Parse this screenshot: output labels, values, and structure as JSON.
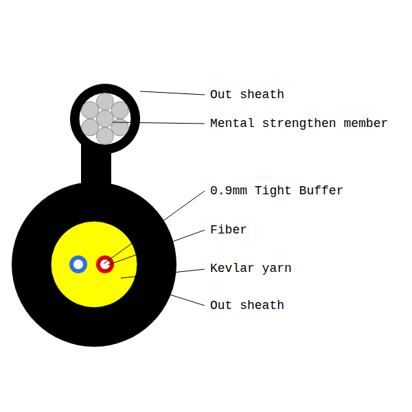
{
  "diagram": {
    "labels": [
      "Out sheath",
      "Mental strengthen member",
      "0.9mm Tight Buffer",
      "Fiber",
      "Kevlar yarn",
      "Out sheath"
    ]
  }
}
